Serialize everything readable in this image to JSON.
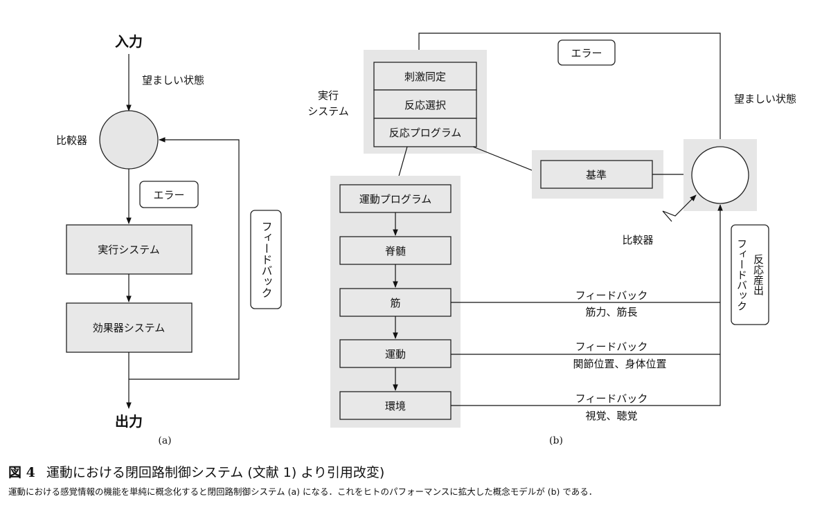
{
  "diagram_a": {
    "input": "入力",
    "desired_state": "望ましい状態",
    "comparator": "比較器",
    "error": "エラー",
    "executive_system": "実行システム",
    "effector_system": "効果器システム",
    "feedback": "フィードバック",
    "output": "出力",
    "label": "(a)"
  },
  "diagram_b": {
    "executive_label_1": "実行",
    "executive_label_2": "システム",
    "stimulus_id": "刺激同定",
    "response_select": "反応選択",
    "response_program": "反応プログラム",
    "error": "エラー",
    "desired_state": "望ましい状態",
    "reference": "基準",
    "comparator": "比較器",
    "response_output_fb_1": "反応産出",
    "response_output_fb_2": "フィードバック",
    "motor_program": "運動プログラム",
    "spinal_cord": "脊髄",
    "muscle": "筋",
    "movement": "運動",
    "environment": "環境",
    "fb1_title": "フィードバック",
    "fb1_sub": "筋力、筋長",
    "fb2_title": "フィードバック",
    "fb2_sub": "関節位置、身体位置",
    "fb3_title": "フィードバック",
    "fb3_sub": "視覚、聴覚",
    "label": "(b)"
  },
  "caption": {
    "figure_number": "図 4",
    "title": "運動における閉回路制御システム (文献 1) より引用改変)",
    "description": "運動における感覚情報の機能を単純に概念化すると閉回路制御システム (a) になる．これをヒトのパフォーマンスに拡大した概念モデルが (b) である．"
  }
}
